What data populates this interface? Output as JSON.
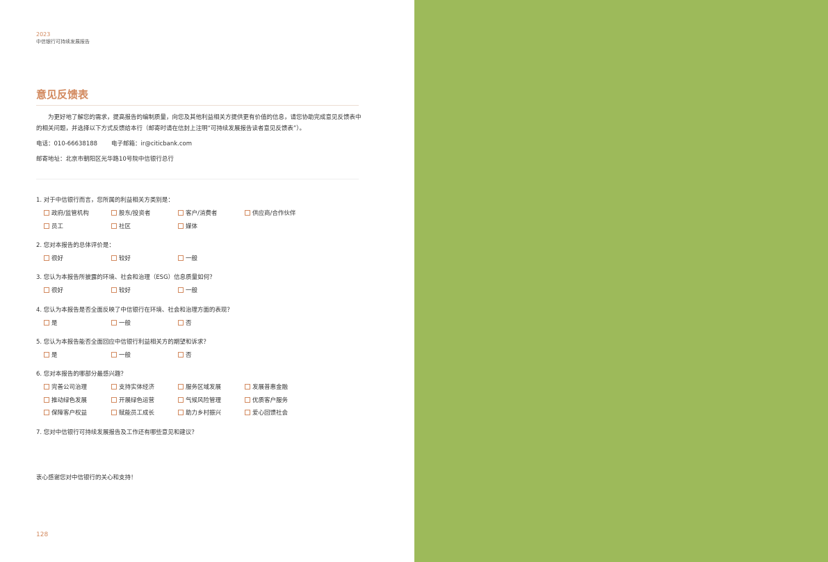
{
  "header": {
    "year": "2023",
    "report_name": "中信银行可持续发展报告"
  },
  "title": "意见反馈表",
  "intro": "为更好地了解您的需求，提高报告的编制质量，向您及其他利益相关方提供更有价值的信息，请您协助完成意见反馈表中的相关问题，并选择以下方式反馈给本行（邮寄时请在信封上注明“可持续发展报告读者意见反馈表”）。",
  "contact": {
    "phone": "电话：010-66638188",
    "email": "电子邮箱：ir@citicbank.com",
    "address": "邮寄地址：北京市朝阳区光华路10号院中信银行总行"
  },
  "questions": [
    {
      "text": "1. 对于中信银行而言，您所属的利益相关方类别是：",
      "options": [
        "政府/监管机构",
        "股东/投资者",
        "客户/消费者",
        "供应商/合作伙伴",
        "员工",
        "社区",
        "媒体"
      ]
    },
    {
      "text": "2. 您对本报告的总体评价是：",
      "options": [
        "很好",
        "较好",
        "一般"
      ]
    },
    {
      "text": "3. 您认为本报告所披露的环境、社会和治理（ESG）信息质量如何？",
      "options": [
        "很好",
        "较好",
        "一般"
      ]
    },
    {
      "text": "4. 您认为本报告是否全面反映了中信银行在环境、社会和治理方面的表现？",
      "options": [
        "是",
        "一般",
        "否"
      ]
    },
    {
      "text": "5. 您认为本报告能否全面回应中信银行利益相关方的期望和诉求？",
      "options": [
        "是",
        "一般",
        "否"
      ]
    },
    {
      "text": "6. 您对本报告的哪部分最感兴趣？",
      "options": [
        "完善公司治理",
        "支持实体经济",
        "服务区域发展",
        "发展普惠金融",
        "推动绿色发展",
        "开展绿色运营",
        "气候风险管理",
        "优质客户服务",
        "保障客户权益",
        "赋能员工成长",
        "助力乡村振兴",
        "爱心回馈社会"
      ]
    },
    {
      "text": "7. 您对中信银行可持续发展报告及工作还有哪些意见和建议？",
      "options": []
    }
  ],
  "thanks": "衷心感谢您对中信银行的关心和支持！",
  "page_number": "128",
  "colors": {
    "accent": "#d2895e",
    "right_panel": "#9dba5a"
  }
}
